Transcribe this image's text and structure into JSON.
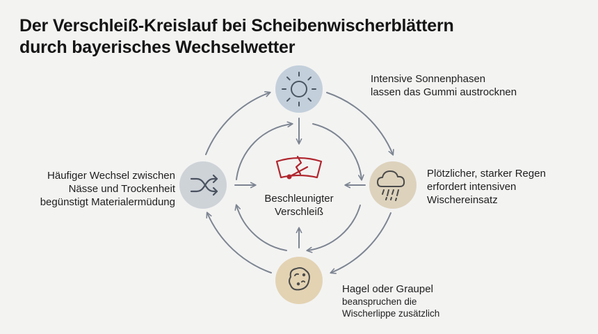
{
  "title": {
    "line1": "Der Verschleiß-Kreislauf bei Scheibenwischerblättern",
    "line2": "durch bayerisches Wechselwetter"
  },
  "nodes": {
    "sun": {
      "icon": "sun-icon",
      "fill": "#c3cfdb",
      "lines": [
        "Intensive Sonnenphasen",
        "lassen das Gummi austrocknen"
      ]
    },
    "rain": {
      "icon": "rain-cloud-icon",
      "fill": "#ddd2bc",
      "lines": [
        "Plötzlicher, starker Regen",
        "erfordert intensiven",
        "Wischereinsatz"
      ]
    },
    "hail": {
      "icon": "hailstone-icon",
      "fill": "#e3d3b3",
      "lines": [
        "Hagel oder Graupel",
        "beanspruchen die",
        "Wischerlippe zusätzlich"
      ]
    },
    "cycle": {
      "icon": "shuffle-icon",
      "fill": "#ced3d8",
      "lines": [
        "Häufiger Wechsel zwischen",
        "Nässe und Trockenheit",
        "begünstigt Materialermüdung"
      ]
    }
  },
  "center": {
    "icon": "broken-wiper-icon",
    "accent": "#b0262e",
    "lines": [
      "Beschleunigter",
      "Verschleiß"
    ]
  },
  "arrow_color": "#7d8592"
}
